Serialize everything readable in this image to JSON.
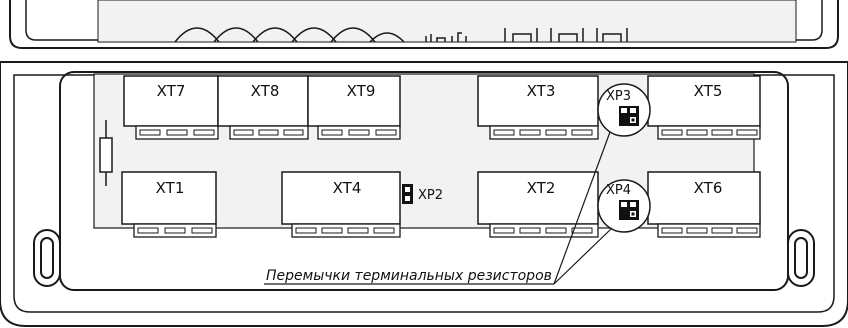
{
  "colors": {
    "line": "#1a1a1a",
    "board_fill": "#f2f2f2",
    "jumper_fill": "#111111",
    "background": "#ffffff"
  },
  "terminals": {
    "xt7": "XT7",
    "xt8": "XT8",
    "xt9": "XT9",
    "xt3": "XT3",
    "xt5": "XT5",
    "xt1": "XT1",
    "xt4": "XT4",
    "xt2": "XT2",
    "xt6": "XT6"
  },
  "jumpers": {
    "xp2": "XP2",
    "xp3": "XP3",
    "xp4": "XP4"
  },
  "callout": {
    "text": "Перемычки терминальных резисторов"
  },
  "icons": [
    "resistor-icon",
    "jumper-icon",
    "mounting-slot-icon",
    "coil-icon"
  ]
}
